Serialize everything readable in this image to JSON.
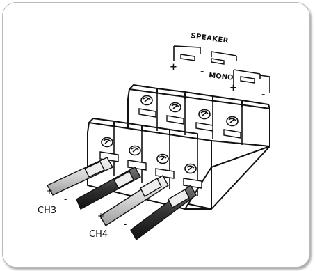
{
  "speaker_title": "SPEAKER",
  "mono_label": "MONO",
  "speaker_polarity": [
    "+",
    "-",
    "+",
    "-"
  ],
  "channels": [
    {
      "name": "CH3",
      "plus": "+",
      "minus": "-"
    },
    {
      "name": "CH4",
      "plus": "+",
      "minus": "-"
    }
  ],
  "colors": {
    "outline": "#111111",
    "block_fill": "#ffffff",
    "cable_light": "#dcdcdc",
    "cable_dark": "#3a3a3a"
  }
}
